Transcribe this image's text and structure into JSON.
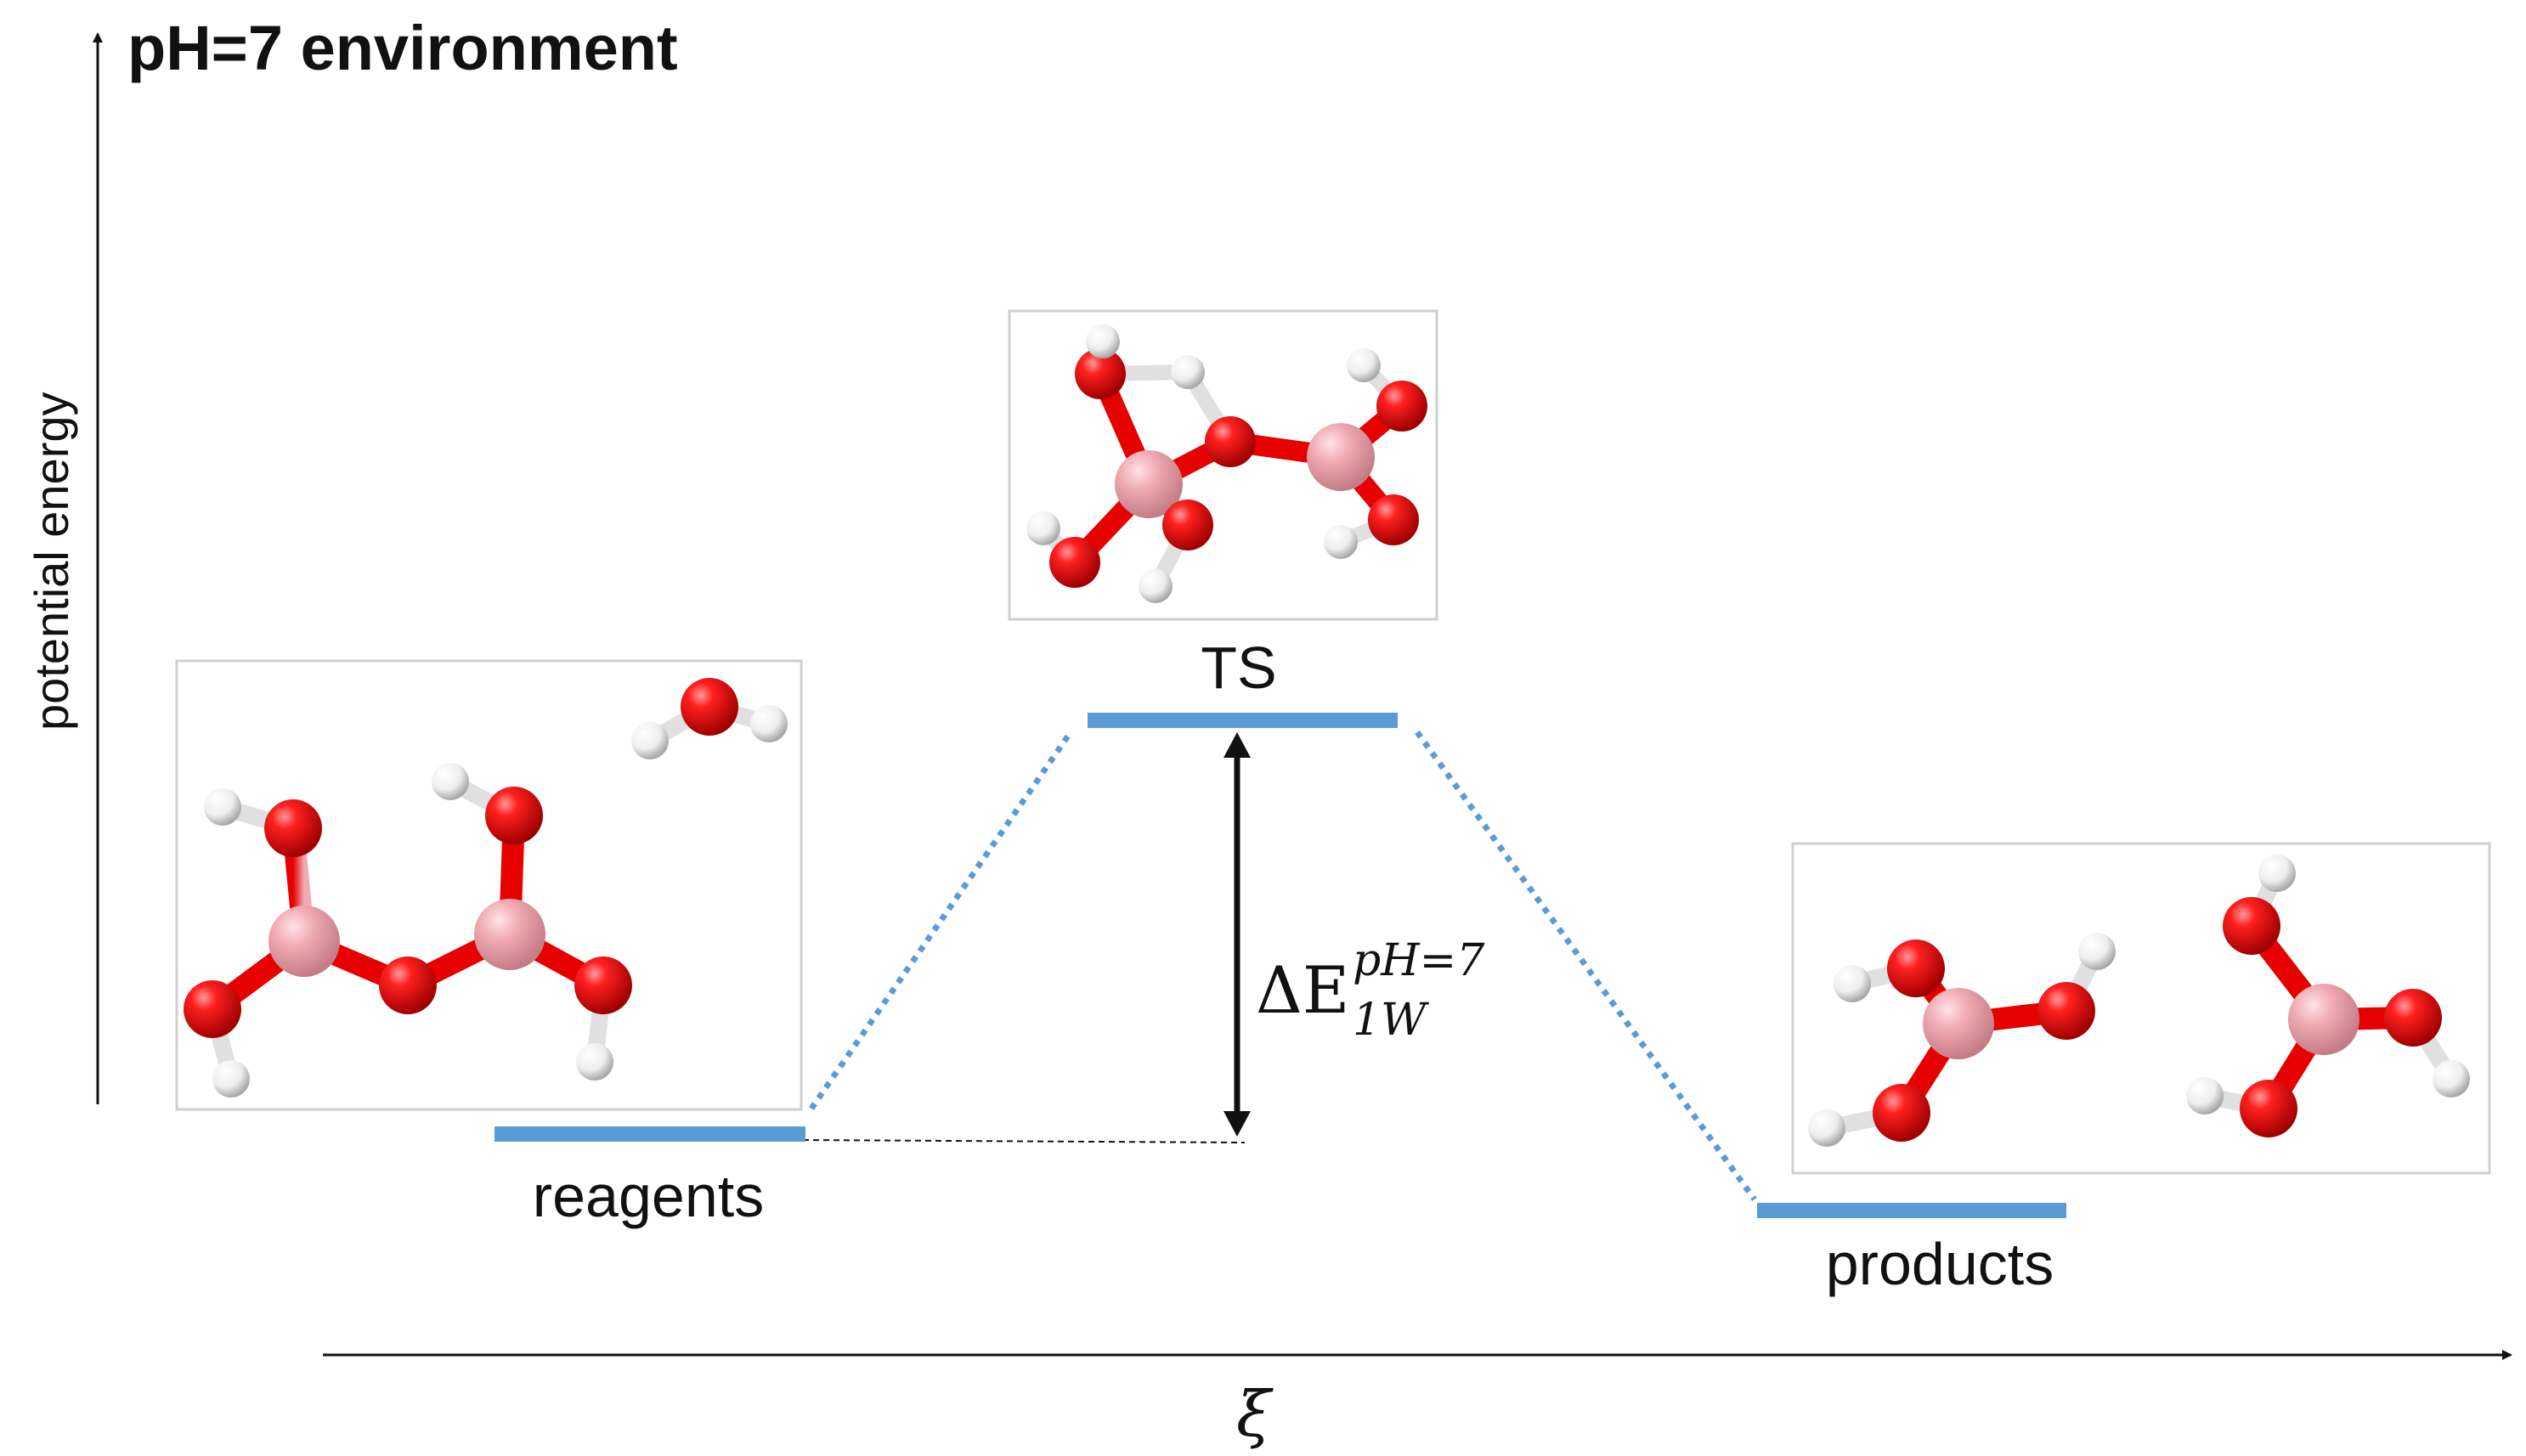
{
  "title": "pH=7 environment",
  "y_axis_label": "potential energy",
  "x_axis_label": "ξ",
  "states": {
    "reagents": "reagents",
    "ts": "TS",
    "products": "products"
  },
  "barrier_label": {
    "delta": "ΔE",
    "superscript": "pH=7",
    "subscript": "1W"
  },
  "colors": {
    "level_line": "#5b9bd5",
    "oxygen": "#e00000",
    "boron": "#f0a9b0",
    "hydrogen": "#ffffff"
  }
}
